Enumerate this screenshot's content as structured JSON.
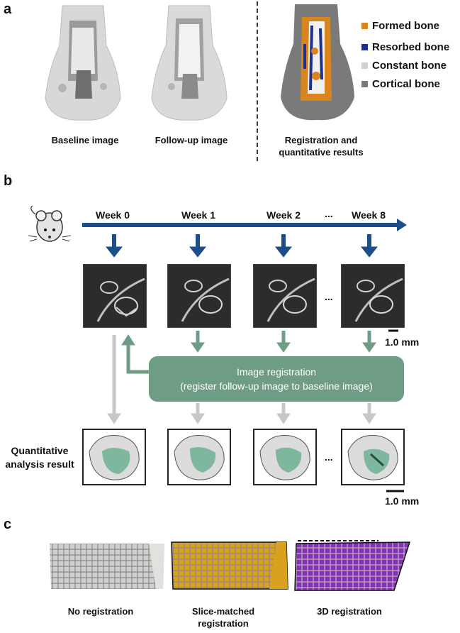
{
  "panel_a": {
    "letter": "a",
    "captions": {
      "baseline": "Baseline image",
      "followup": "Follow-up image",
      "registration_line1": "Registration and",
      "registration_line2": "quantitative results"
    },
    "legend": [
      {
        "label": "Formed bone",
        "color": "#d9851e"
      },
      {
        "label": "Resorbed bone",
        "color": "#1f2f8c"
      },
      {
        "label": "Constant bone",
        "color": "#d2d2d2"
      },
      {
        "label": "Cortical bone",
        "color": "#7a7a7a"
      }
    ]
  },
  "panel_b": {
    "letter": "b",
    "weeks": [
      "Week 0",
      "Week 1",
      "Week 2",
      "Week 8"
    ],
    "ellipsis": "...",
    "ellipsis_small": "...",
    "registration_line1": "Image registration",
    "registration_line2": "(register follow-up image to baseline image)",
    "result_label_line1": "Quantitative",
    "result_label_line2": "analysis result",
    "scale_bar_1": "1.0 mm",
    "scale_bar_2": "1.0 mm",
    "colors": {
      "timeline": "#1d4e8a",
      "registration": "#6e9c84",
      "gray_arrow": "#c8c8c8"
    }
  },
  "panel_c": {
    "letter": "c",
    "captions": {
      "no_reg": "No registration",
      "slice_line1": "Slice-matched",
      "slice_line2": "registration",
      "reg3d": "3D registration"
    },
    "colors": {
      "slice": "#d9a11e",
      "reg3d": "#8a2fb8"
    }
  }
}
